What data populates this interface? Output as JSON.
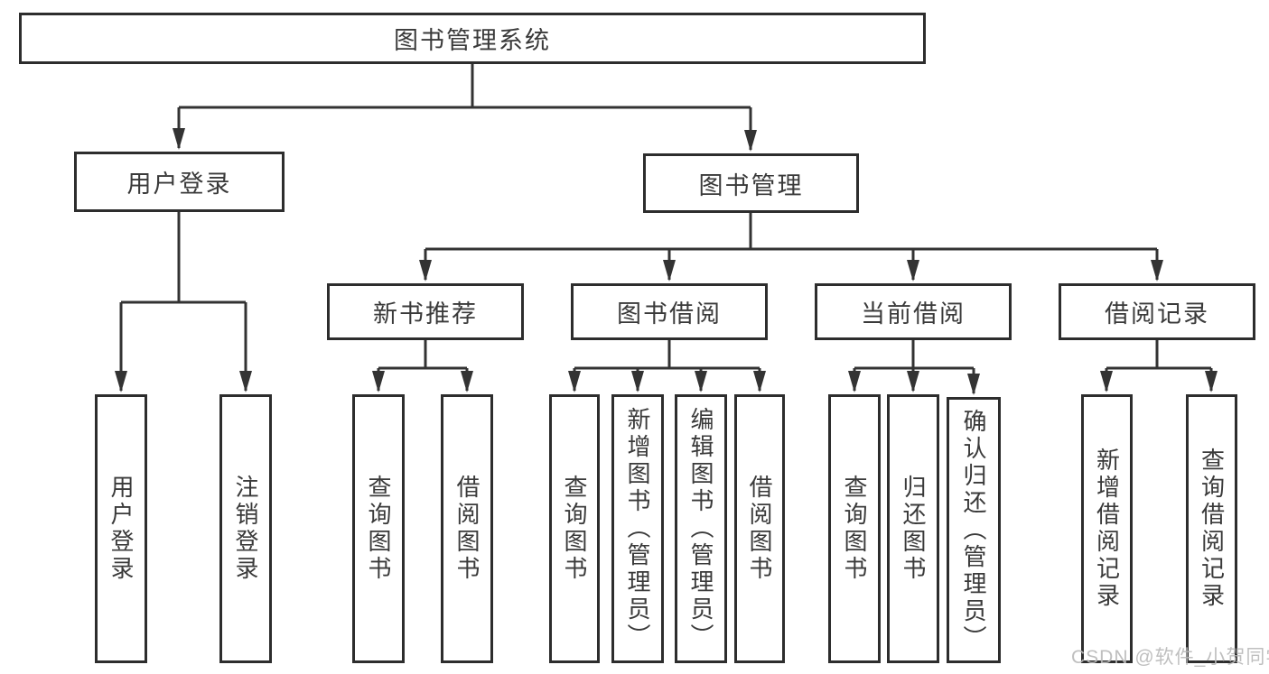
{
  "diagram_type": "functional-structure-chart",
  "tree": {
    "label": "图书管理系统",
    "children": [
      {
        "label": "用户登录",
        "children": [
          {
            "label": "用户登录"
          },
          {
            "label": "注销登录"
          }
        ]
      },
      {
        "label": "图书管理",
        "children": [
          {
            "label": "新书推荐",
            "children": [
              {
                "label": "查询图书"
              },
              {
                "label": "借阅图书"
              }
            ]
          },
          {
            "label": "图书借阅",
            "children": [
              {
                "label": "查询图书"
              },
              {
                "label": "新增图书（管理员）"
              },
              {
                "label": "编辑图书（管理员）"
              },
              {
                "label": "借阅图书"
              }
            ]
          },
          {
            "label": "当前借阅",
            "children": [
              {
                "label": "查询图书"
              },
              {
                "label": "归还图书"
              },
              {
                "label": "确认归还（管理员）"
              }
            ]
          },
          {
            "label": "借阅记录",
            "children": [
              {
                "label": "新增借阅记录"
              },
              {
                "label": "查询借阅记录"
              }
            ]
          }
        ]
      }
    ]
  },
  "watermark": {
    "text": "CSDN @软件_小贺同学"
  },
  "colors": {
    "background": "#ffffff",
    "box_border": "#2d2d2d",
    "connector_line": "#333333",
    "text": "#3a3a3a",
    "watermark": "#bababa"
  }
}
